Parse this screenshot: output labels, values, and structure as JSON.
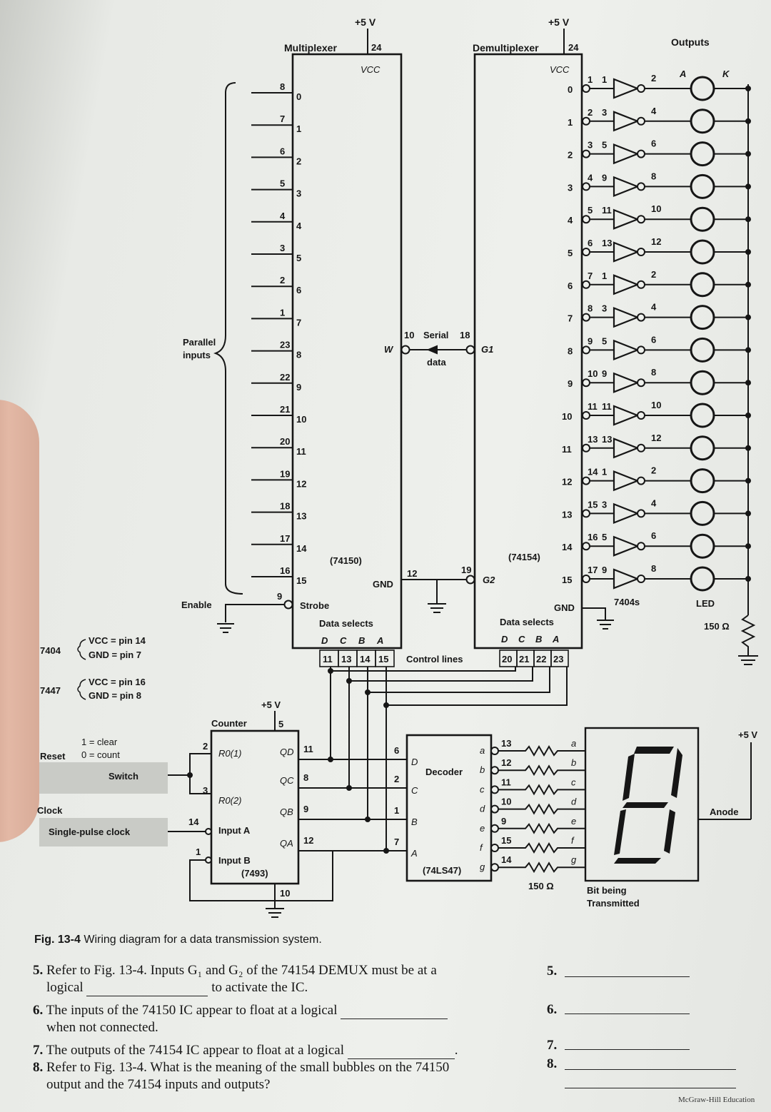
{
  "supply": {
    "mux_vcc": "+5 V",
    "demux_vcc": "+5 V",
    "counter_vcc": "+5 V",
    "display_vcc": "+5 V"
  },
  "mux": {
    "title": "Multiplexer",
    "vcc_pin": "24",
    "vcc_label": "VCC",
    "part": "(74150)",
    "gnd_label": "GND",
    "gnd_pin": "12",
    "w_label": "W",
    "w_pin": "10",
    "strobe_label": "Strobe",
    "strobe_pin": "9",
    "selects_label": "Data selects",
    "select_letters": [
      "D",
      "C",
      "B",
      "A"
    ],
    "select_pins": [
      "11",
      "13",
      "14",
      "15"
    ],
    "inputs": [
      {
        "ext": "8",
        "data": "0"
      },
      {
        "ext": "7",
        "data": "1"
      },
      {
        "ext": "6",
        "data": "2"
      },
      {
        "ext": "5",
        "data": "3"
      },
      {
        "ext": "4",
        "data": "4"
      },
      {
        "ext": "3",
        "data": "5"
      },
      {
        "ext": "2",
        "data": "6"
      },
      {
        "ext": "1",
        "data": "7"
      },
      {
        "ext": "23",
        "data": "8"
      },
      {
        "ext": "22",
        "data": "9"
      },
      {
        "ext": "21",
        "data": "10"
      },
      {
        "ext": "20",
        "data": "11"
      },
      {
        "ext": "19",
        "data": "12"
      },
      {
        "ext": "18",
        "data": "13"
      },
      {
        "ext": "17",
        "data": "14"
      },
      {
        "ext": "16",
        "data": "15"
      }
    ]
  },
  "serial": {
    "label": "Serial",
    "data_label": "data",
    "g1_pin": "18",
    "g1_label": "G1",
    "g2_pin": "19",
    "g2_label": "G2"
  },
  "demux": {
    "title": "Demultiplexer",
    "vcc_pin": "24",
    "vcc_label": "VCC",
    "part": "(74154)",
    "gnd_label": "GND",
    "selects_label": "Data selects",
    "select_letters": [
      "D",
      "C",
      "B",
      "A"
    ],
    "select_pins": [
      "20",
      "21",
      "22",
      "23"
    ],
    "outputs": [
      {
        "out": "0",
        "pin": "1",
        "inv_in": "1",
        "inv_out": "2"
      },
      {
        "out": "1",
        "pin": "2",
        "inv_in": "3",
        "inv_out": "4"
      },
      {
        "out": "2",
        "pin": "3",
        "inv_in": "5",
        "inv_out": "6"
      },
      {
        "out": "3",
        "pin": "4",
        "inv_in": "9",
        "inv_out": "8"
      },
      {
        "out": "4",
        "pin": "5",
        "inv_in": "11",
        "inv_out": "10"
      },
      {
        "out": "5",
        "pin": "6",
        "inv_in": "13",
        "inv_out": "12"
      },
      {
        "out": "6",
        "pin": "7",
        "inv_in": "1",
        "inv_out": "2"
      },
      {
        "out": "7",
        "pin": "8",
        "inv_in": "3",
        "inv_out": "4"
      },
      {
        "out": "8",
        "pin": "9",
        "inv_in": "5",
        "inv_out": "6"
      },
      {
        "out": "9",
        "pin": "10",
        "inv_in": "9",
        "inv_out": "8"
      },
      {
        "out": "10",
        "pin": "11",
        "inv_in": "11",
        "inv_out": "10"
      },
      {
        "out": "11",
        "pin": "13",
        "inv_in": "13",
        "inv_out": "12"
      },
      {
        "out": "12",
        "pin": "14",
        "inv_in": "1",
        "inv_out": "2"
      },
      {
        "out": "13",
        "pin": "15",
        "inv_in": "3",
        "inv_out": "4"
      },
      {
        "out": "14",
        "pin": "16",
        "inv_in": "5",
        "inv_out": "6"
      },
      {
        "out": "15",
        "pin": "17",
        "inv_in": "9",
        "inv_out": "8"
      }
    ]
  },
  "inverters_label": "7404s",
  "outputs_label": "Outputs",
  "led": {
    "label": "LED",
    "anode": "A",
    "cathode": "K",
    "resistor": "150 Ω"
  },
  "parallel_inputs_label": "Parallel\ninputs",
  "enable_label": "Enable",
  "control_lines_label": "Control lines",
  "pin_notes": [
    {
      "chip": "7404",
      "vcc": "VCC = pin 14",
      "gnd": "GND = pin 7"
    },
    {
      "chip": "7447",
      "vcc": "VCC = pin 16",
      "gnd": "GND = pin 8"
    }
  ],
  "counter": {
    "title": "Counter",
    "vcc_pin": "5",
    "part": "(7493)",
    "gnd_pin": "10",
    "r1": "R0(1)",
    "r1_pin": "2",
    "r2": "R0(2)",
    "r2_pin": "3",
    "input_a": "Input A",
    "input_a_pin": "14",
    "input_b": "Input B",
    "input_b_pin": "1",
    "outputs": [
      {
        "name": "QD",
        "pin": "11"
      },
      {
        "name": "QC",
        "pin": "8"
      },
      {
        "name": "QB",
        "pin": "9"
      },
      {
        "name": "QA",
        "pin": "12"
      }
    ]
  },
  "reset": {
    "label": "Reset",
    "opt1": "1 = clear",
    "opt0": "0 = count",
    "switch": "Switch"
  },
  "clock": {
    "label": "Clock",
    "single_pulse": "Single-pulse clock"
  },
  "decoder": {
    "title": "Decoder",
    "part": "(74LS47)",
    "inputs": [
      {
        "name": "D",
        "pin": "6"
      },
      {
        "name": "C",
        "pin": "2"
      },
      {
        "name": "B",
        "pin": "1"
      },
      {
        "name": "A",
        "pin": "7"
      }
    ],
    "segments": [
      {
        "seg": "a",
        "pin": "13"
      },
      {
        "seg": "b",
        "pin": "12"
      },
      {
        "seg": "c",
        "pin": "11"
      },
      {
        "seg": "d",
        "pin": "10"
      },
      {
        "seg": "e",
        "pin": "9"
      },
      {
        "seg": "f",
        "pin": "15"
      },
      {
        "seg": "g",
        "pin": "14"
      }
    ],
    "resistor": "150 Ω"
  },
  "display": {
    "caption": "Bit being\nTransmitted",
    "anode": "Anode",
    "vcc": "+5 V"
  },
  "figure_caption": {
    "label": "Fig. 13-4",
    "text": "Wiring diagram for a data transmission system."
  },
  "questions": [
    {
      "num": "5.",
      "text_a": "Refer to Fig. 13-4. Inputs G₁ and G₂ of the 74154 DEMUX must be at a",
      "text_b": "logical",
      "text_c": "to activate the IC."
    },
    {
      "num": "6.",
      "text_a": "The inputs of the 74150 IC appear to float at a logical",
      "text_b": "when not connected."
    },
    {
      "num": "7.",
      "text_a": "The outputs of the 74154 IC appear to float at a logical"
    },
    {
      "num": "8.",
      "text_a": "Refer to Fig. 13-4. What is the meaning of the small bubbles on the 74150",
      "text_b": "output and the 74154 inputs and outputs?"
    }
  ],
  "publisher": "McGraw-Hill Education"
}
